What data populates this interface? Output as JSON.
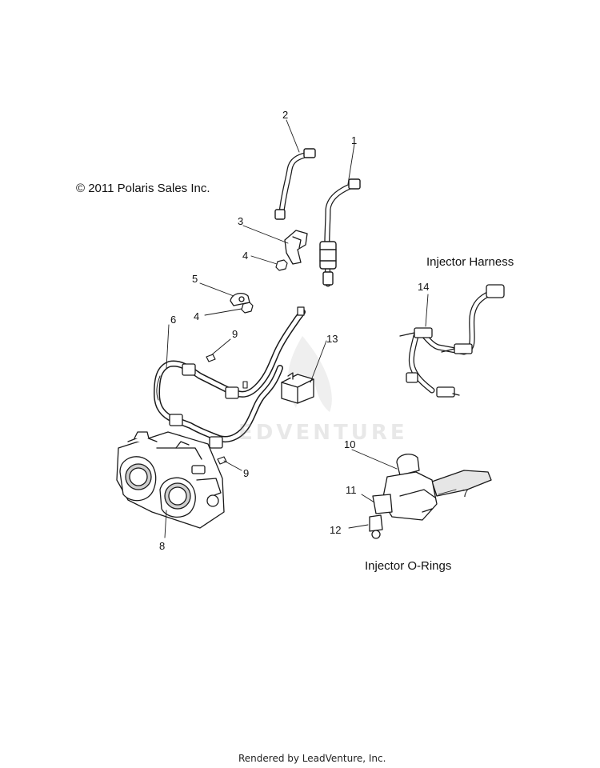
{
  "copyright": "© 2011 Polaris Sales Inc.",
  "captions": {
    "injector_harness": "Injector Harness",
    "injector_orings": "Injector O-Rings"
  },
  "watermark": "EDVENTURE",
  "footer": "Rendered by LeadVenture, Inc.",
  "callouts": [
    "1",
    "2",
    "3",
    "4",
    "4",
    "5",
    "6",
    "7",
    "8",
    "9",
    "9",
    "10",
    "11",
    "12",
    "13",
    "14"
  ],
  "colors": {
    "line": "#1a1a1a",
    "fill": "#ffffff",
    "shade": "#cfcfcf"
  }
}
